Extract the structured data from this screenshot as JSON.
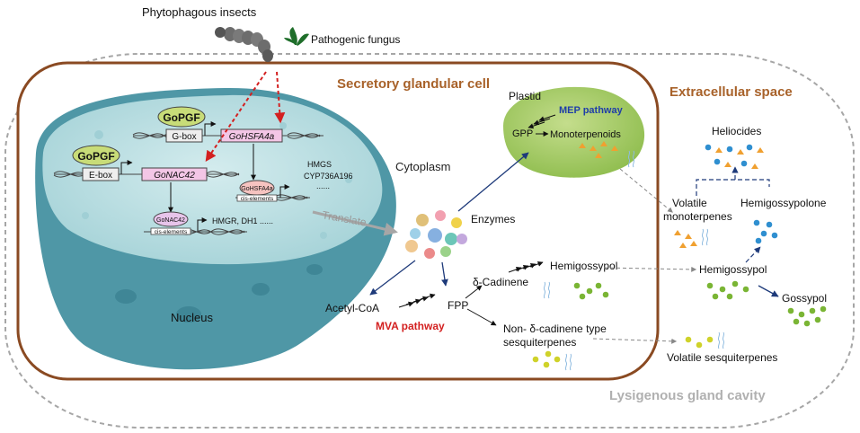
{
  "top": {
    "insects_label": "Phytophagous insects",
    "fungus_label": "Pathogenic fungus"
  },
  "regions": {
    "cell_title": "Secretory glandular cell",
    "extracellular_title": "Extracellular space",
    "cavity_title": "Lysigenous gland cavity",
    "cytoplasm": "Cytoplasm",
    "nucleus": "Nucleus",
    "plastid": "Plastid"
  },
  "nucleus_content": {
    "gopgf_1": "GoPGF",
    "gopgf_2": "GoPGF",
    "gbox": "G-box",
    "ebox": "E-box",
    "gohsfa4a_gene": "GoHSFA4a",
    "gonac42_gene": "GoNAC42",
    "gohsfa4a_protein": "GoHSFA4a",
    "gonac42_protein": "GoNAC42",
    "cis_1": "cis-elements",
    "cis_2": "cis-elements",
    "targets_hsf_1": "HMGS",
    "targets_hsf_2": "CYP736A196",
    "targets_hsf_3": "......",
    "targets_nac": "HMGR, DH1 ......"
  },
  "pathway": {
    "translate": "Translate",
    "enzymes": "Enzymes",
    "mep": "MEP pathway",
    "gpp": "GPP",
    "monoterpenoids": "Monoterpenoids",
    "acetyl_coa": "Acetyl-CoA",
    "fpp": "FPP",
    "mva": "MVA pathway",
    "cadinene": "δ-Cadinene",
    "hemigossypol_in": "Hemigossypol",
    "non_cadinene_1": "Non- δ-cadinene type",
    "non_cadinene_2": "sesquiterpenes"
  },
  "extracellular": {
    "heliocides": "Heliocides",
    "volatile_mono_1": "Volatile",
    "volatile_mono_2": "monoterpenes",
    "hemigossypolone": "Hemigossypolone",
    "hemigossypol_out": "Hemigossypol",
    "gossypol": "Gossypol",
    "volatile_sesqui": "Volatile sesquiterpenes"
  },
  "colors": {
    "cell_border": "#8a4a22",
    "title_brown": "#a8622a",
    "nucleus_fill": "#b9dde0",
    "nucleus_dark": "#4f97a6",
    "plastid_fill": "#a9cc6a",
    "mep_blue": "#1f3ea8",
    "mva_red": "#d32020",
    "arrow_navy": "#1e3a7a",
    "dot_green": "#7ab534",
    "dot_blue": "#2f8fd0",
    "dot_orange": "#f0a030",
    "dot_yellow": "#cfd22a",
    "gene_box_pink": "#f3c6e6",
    "gopgf_green": "#c8dc78"
  }
}
